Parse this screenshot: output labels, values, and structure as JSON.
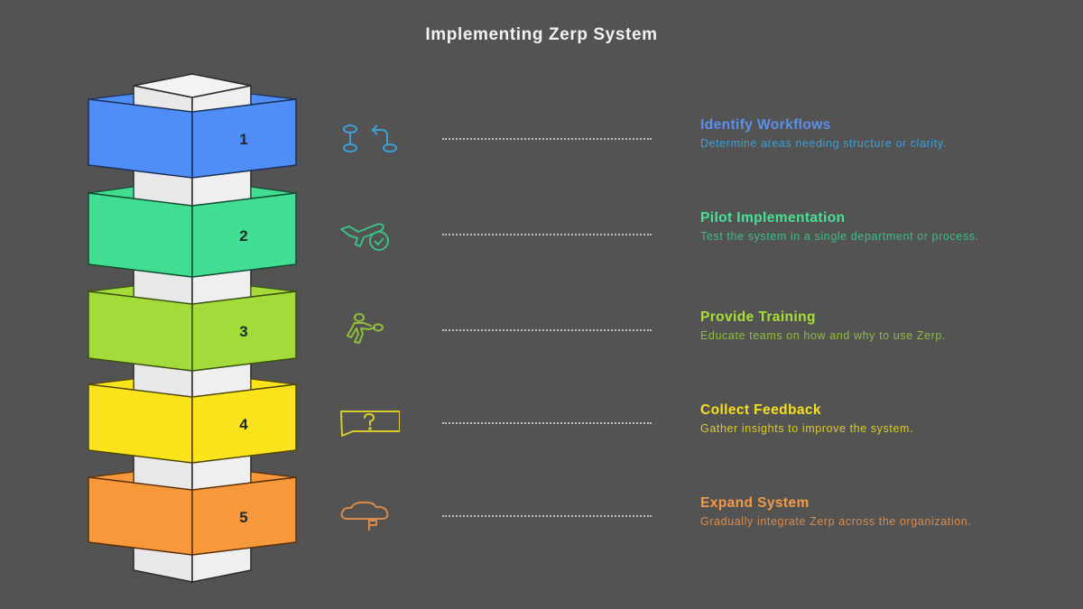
{
  "title": "Implementing Zerp System",
  "steps": [
    {
      "number": "1",
      "title": "Identify Workflows",
      "description": "Determine areas needing structure or clarity.",
      "icon": "workflow-branch-icon",
      "color": "#4f8ef7",
      "title_color": "#5b8ff0",
      "desc_color": "#3e9ed6"
    },
    {
      "number": "2",
      "title": "Pilot Implementation",
      "description": "Test the system in a single department or process.",
      "icon": "plane-check-icon",
      "color": "#41dd92",
      "title_color": "#47e296",
      "desc_color": "#3cbf84"
    },
    {
      "number": "3",
      "title": "Provide Training",
      "description": "Educate teams on how and why to use Zerp.",
      "icon": "person-teaching-icon",
      "color": "#a3dc3a",
      "title_color": "#a6df3a",
      "desc_color": "#8fbf38"
    },
    {
      "number": "4",
      "title": "Collect Feedback",
      "description": "Gather insights to improve the system.",
      "icon": "question-chat-icon",
      "color": "#fbe41c",
      "title_color": "#f6e11c",
      "desc_color": "#d9cb2a"
    },
    {
      "number": "5",
      "title": "Expand System",
      "description": "Gradually integrate Zerp across the organization.",
      "icon": "tree-flag-icon",
      "color": "#f7983a",
      "title_color": "#f39a48",
      "desc_color": "#d98a4a"
    }
  ]
}
